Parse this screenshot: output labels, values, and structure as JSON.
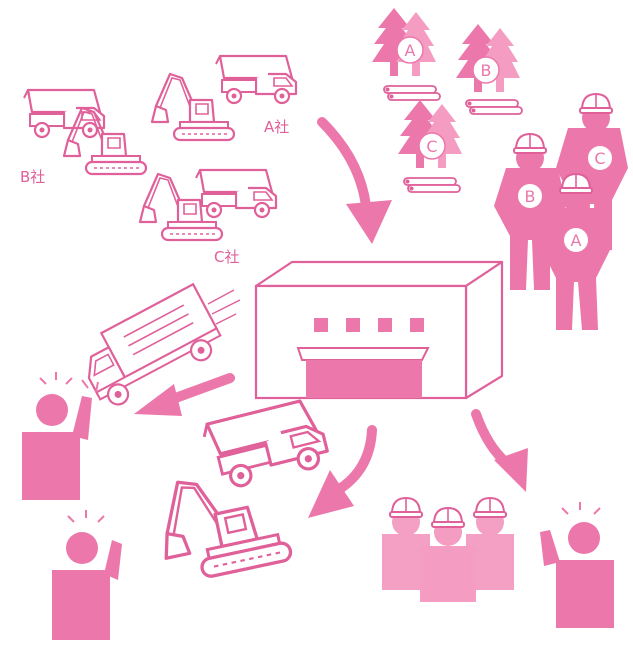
{
  "colors": {
    "line": "#e0609a",
    "fill_strong": "#ec78ab",
    "fill_light": "#f49cc2",
    "fill_soft": "#f3a0c4",
    "white": "#ffffff"
  },
  "labels": {
    "company_a": "A社",
    "company_b": "B社",
    "company_c": "C社"
  },
  "trees": {
    "a": "A",
    "b": "B",
    "c": "C"
  },
  "workers": {
    "a": "A",
    "b": "B",
    "c": "C"
  },
  "icons": [
    "dump-truck-icon",
    "excavator-icon",
    "tree-cluster-icon",
    "log-pile-icon",
    "construction-worker-icon",
    "factory-icon",
    "delivery-truck-icon",
    "person-raising-hand-icon",
    "arrow-icon"
  ]
}
